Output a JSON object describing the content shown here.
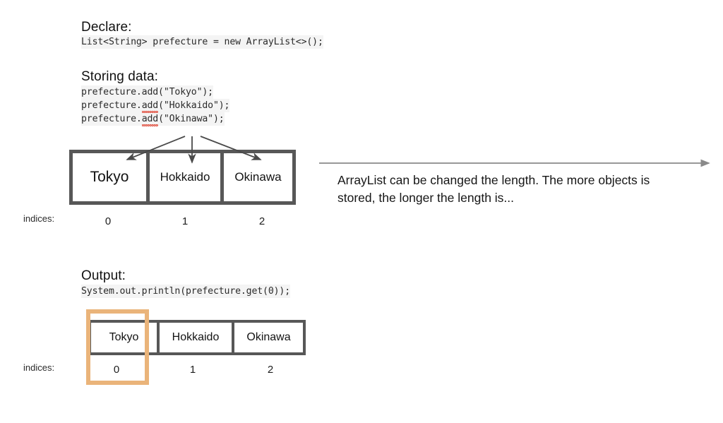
{
  "sections": {
    "declare": {
      "heading": "Declare:",
      "code": "List<String> prefecture = new ArrayList<>();"
    },
    "storing": {
      "heading": "Storing data:",
      "code_lines": [
        "prefecture.add(\"Tokyo\");",
        "prefecture.add(\"Hokkaido\");",
        "prefecture.add(\"Okinawa\");"
      ]
    },
    "output": {
      "heading": "Output:",
      "code": "System.out.println(prefecture.get(0));"
    }
  },
  "array_top": {
    "cells": [
      "Tokyo",
      "Hokkaido",
      "Okinawa"
    ],
    "indices_label": "indices:",
    "indices": [
      "0",
      "1",
      "2"
    ]
  },
  "array_bottom": {
    "cells": [
      "Tokyo",
      "Hokkaido",
      "Okinawa"
    ],
    "indices_label": "indices:",
    "indices": [
      "0",
      "1",
      "2"
    ]
  },
  "description": {
    "text": "ArrayList can be changed the length. The more objects is stored, the longer the length is..."
  },
  "colors": {
    "cell_border": "#575757",
    "highlight": "#eab47a",
    "arrow": "#4a4a4a",
    "timeline_arrow": "#8a8a8a",
    "code_bg": "#f4f4f4",
    "spellcheck_underline": "#e0412f",
    "background": "#ffffff"
  },
  "icons": {
    "arrow_to_cell_0": "arrow-down-left-icon",
    "arrow_to_cell_1": "arrow-down-icon",
    "arrow_to_cell_2": "arrow-down-right-icon",
    "timeline": "arrow-right-icon"
  }
}
